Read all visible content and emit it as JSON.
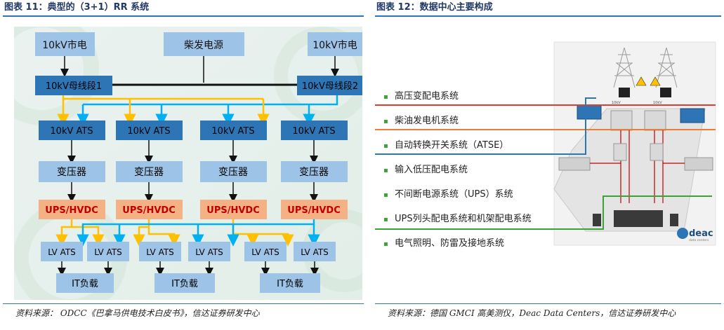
{
  "figure1": {
    "title": "图表 11：典型的（3+1）RR 系统",
    "sources": [
      "10kV市电",
      "柴发电源",
      "10kV市电"
    ],
    "buses": [
      "10kV母线段1",
      "10kV母线段2"
    ],
    "ats": [
      "10kV ATS",
      "10kV ATS",
      "10kV ATS",
      "10kV ATS"
    ],
    "transformers": [
      "变压器",
      "变压器",
      "变压器",
      "变压器"
    ],
    "ups": [
      "UPS/HVDC",
      "UPS/HVDC",
      "UPS/HVDC",
      "UPS/HVDC"
    ],
    "lv_ats": [
      "LV ATS",
      "LV ATS",
      "LV ATS",
      "LV ATS",
      "LV ATS",
      "LV ATS"
    ],
    "loads": [
      "IT负载",
      "IT负载",
      "IT负载"
    ],
    "source_note": "资料来源： ODCC《巴拿马供电技术白皮书》，信达证券研发中心"
  },
  "figure2": {
    "title": "图表 12：数据中心主要构成",
    "items": [
      "高压变配电系统",
      "柴油发电机系统",
      "自动转换开关系统（ATSE）",
      "输入低压配电系统",
      "不间断电源系统（UPS）系统",
      "UPS列头配电系统和机架配电系统",
      "电气照明、防雷及接地系统"
    ],
    "logo": "deac",
    "logo_sub": "data centers",
    "tower_labels": [
      "10kV",
      "10kV"
    ],
    "source_note": "资料来源：德国 GMCI 高美测仪，Deac Data Centers，信达证券研发中心"
  },
  "colors": {
    "box_light": "#9dc3e6",
    "box_dark": "#2e75b6",
    "ups": "#f4b183",
    "ups_text": "#c00000",
    "yellow": "#ffc000",
    "cyan": "#00b0f0",
    "red_line": "#e03c31",
    "orange_line": "#ed7d31",
    "blue_line": "#2e75b6",
    "green_line": "#3aa335"
  }
}
